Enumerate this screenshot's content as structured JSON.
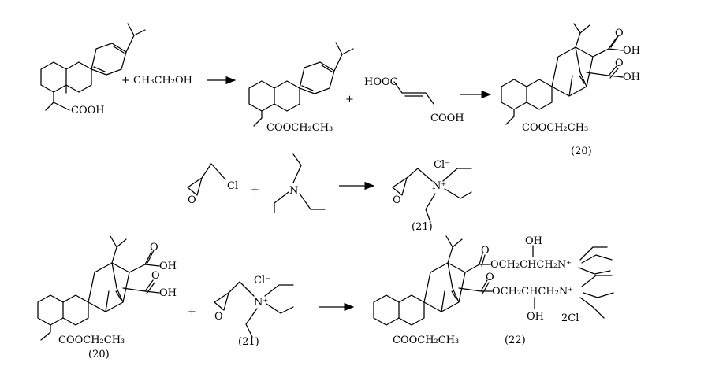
{
  "reaction1": {
    "reagent": "+ CH₃CH₂OH",
    "acid_group": "COOH",
    "ester_group": "COOCH₂CH₃",
    "plus": "+",
    "maleic_left": "HOOC",
    "maleic_right": "COOH",
    "product_oh1": "OH",
    "product_oh2": "OH",
    "product_ester": "COOCH₂CH₃",
    "product_label": "(20)"
  },
  "reaction2": {
    "epoxide_cl": "Cl",
    "epoxide_o": "O",
    "plus": "+",
    "amine_n": "N",
    "product_cl": "Cl⁻",
    "product_n": "N⁺",
    "product_o": "O",
    "product_label": "(21)"
  },
  "reaction3": {
    "oh1": "OH",
    "oh2": "OH",
    "ester": "COOCH₂CH₃",
    "label20": "(20)",
    "plus": "+",
    "cl": "Cl⁻",
    "n": "N⁺",
    "o": "O",
    "label21": "(21)",
    "chain1": "OCH₂CHCH₂N⁺",
    "chain2": "OCH₂CHCH₂N⁺",
    "oh_top": "OH",
    "oh_bottom": "OH",
    "counterion": "2Cl⁻",
    "ester_product": "COOCH₂CH₃",
    "label22": "(22)"
  }
}
